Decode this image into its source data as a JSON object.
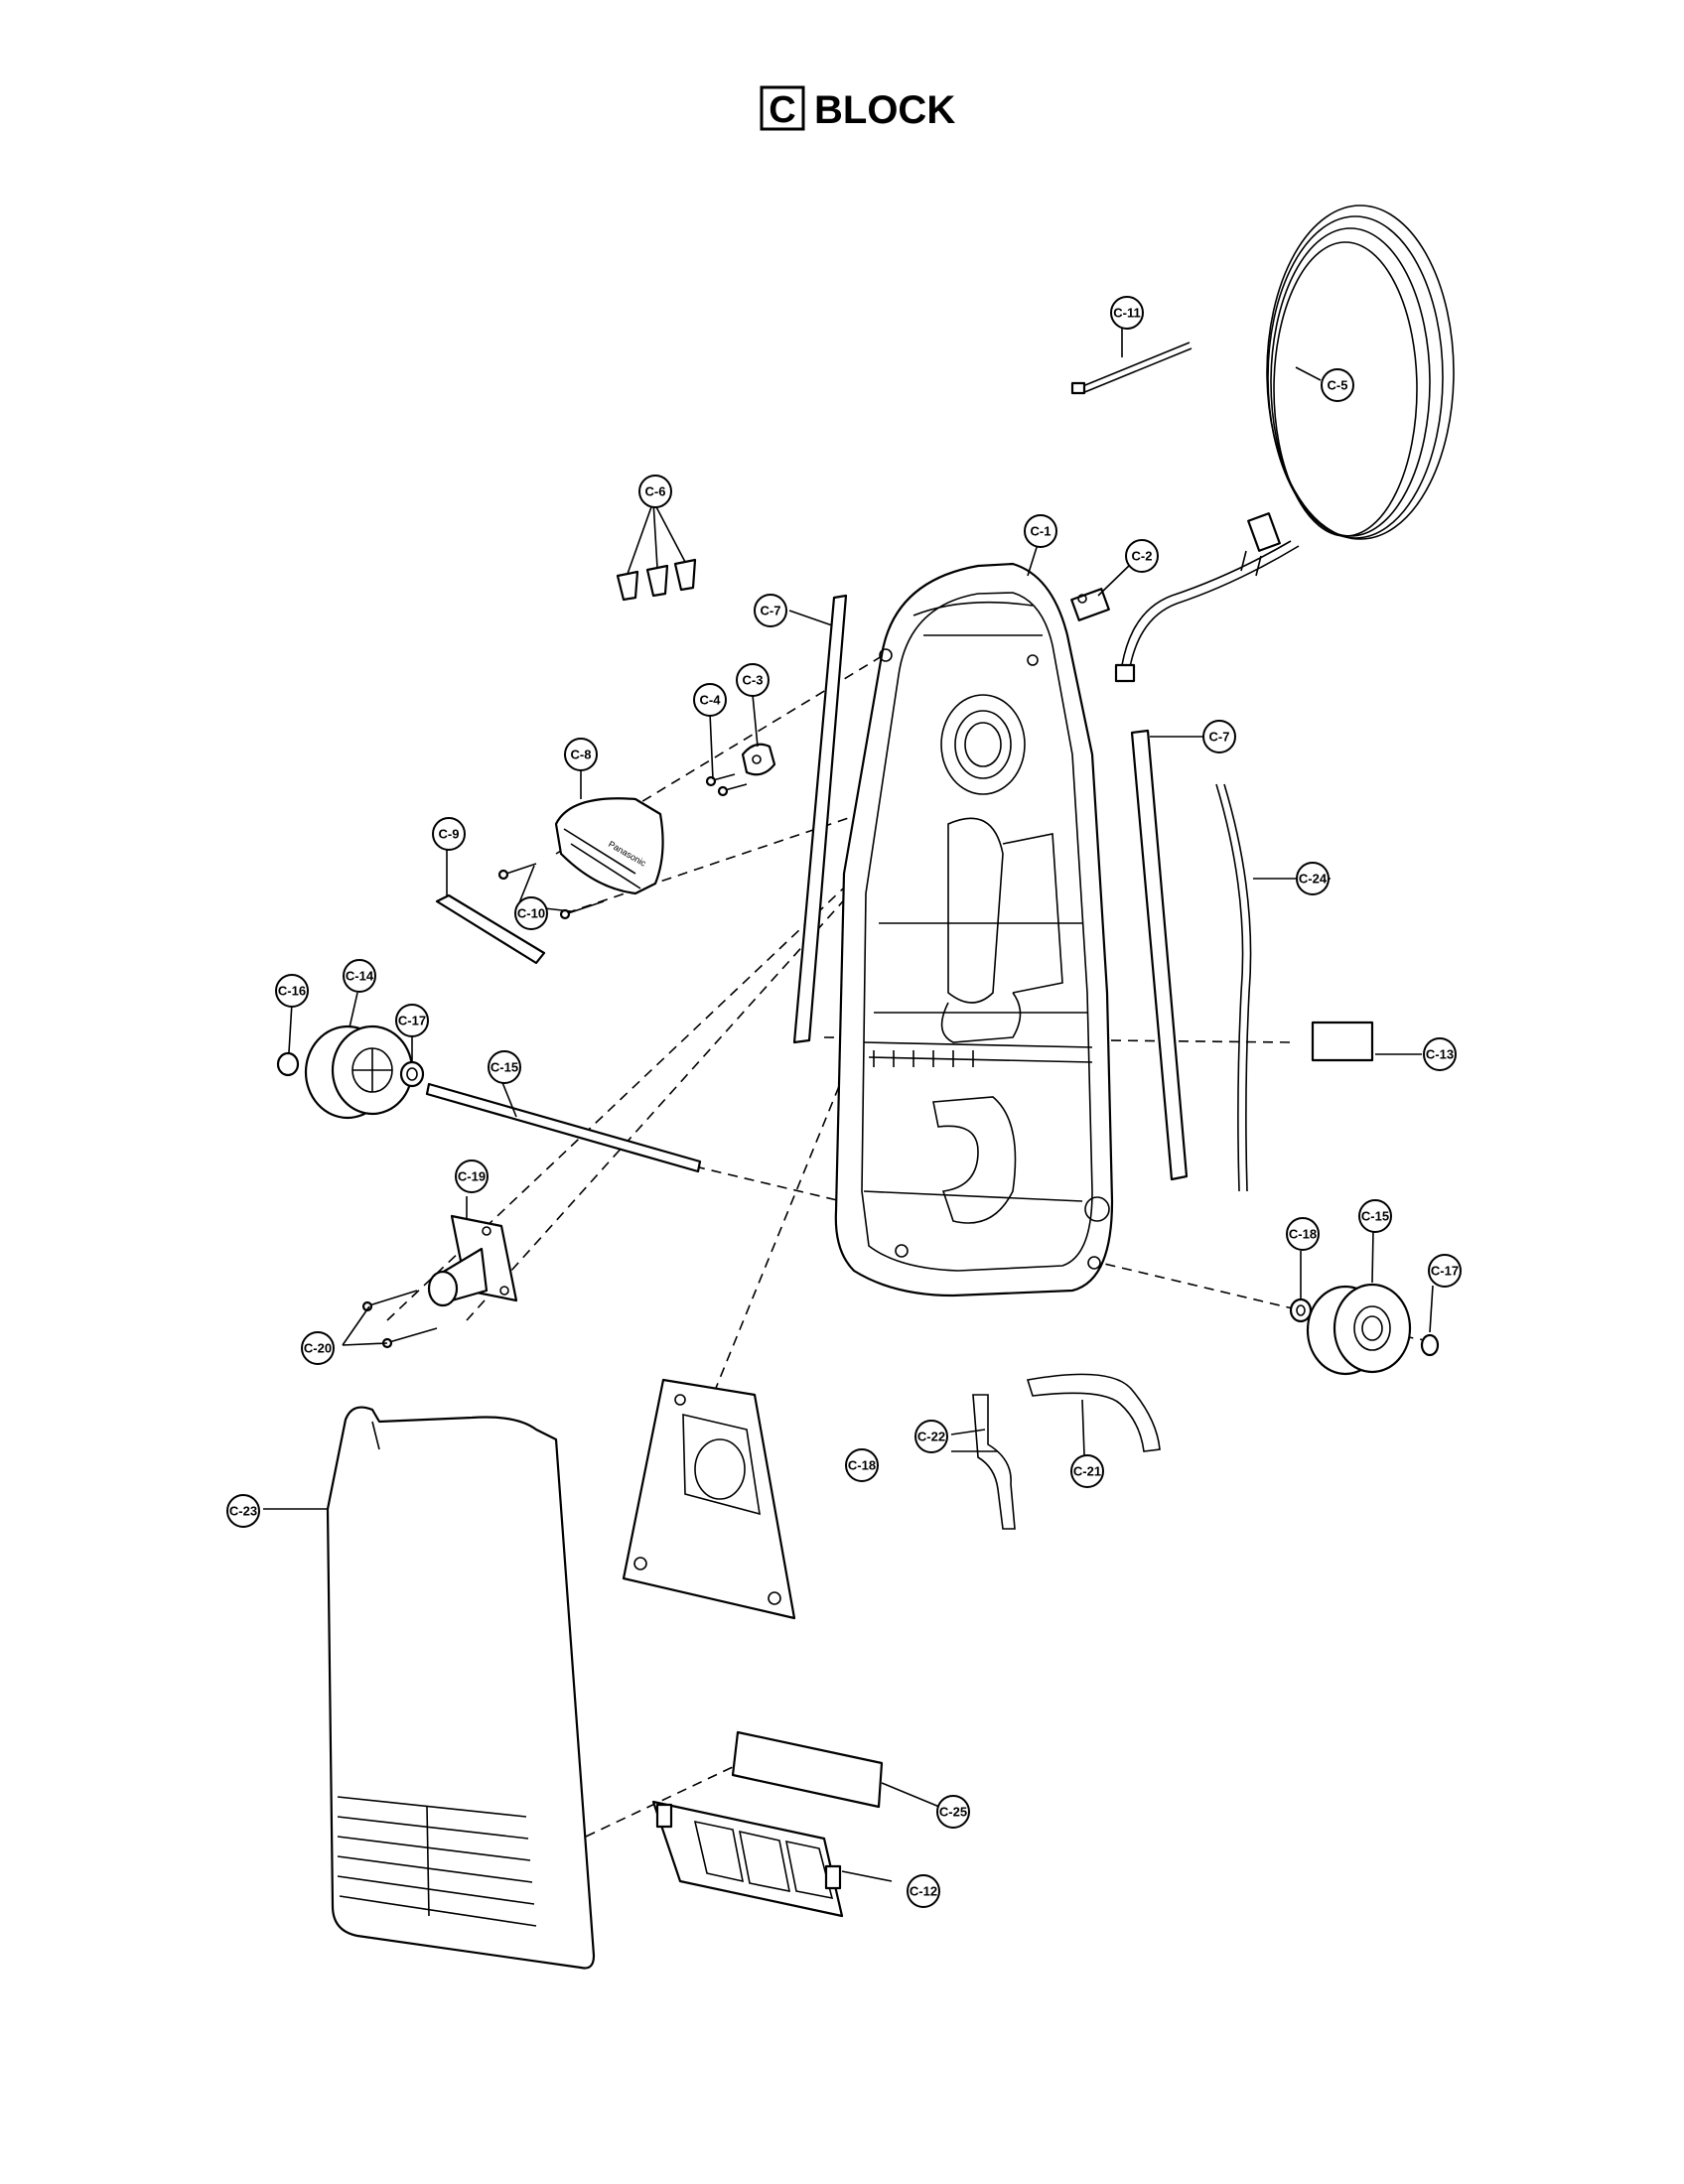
{
  "title": {
    "letter": "C",
    "word": "BLOCK"
  },
  "brand_text": "Panasonic",
  "callouts": {
    "c1": "C-1",
    "c2": "C-2",
    "c3": "C-3",
    "c4": "C-4",
    "c5a": "C-5",
    "c5b": "C-15",
    "c6": "C-6",
    "c7a": "C-7",
    "c7b": "C-7",
    "c8": "C-8",
    "c9": "C-9",
    "c10": "C-10",
    "c11": "C-11",
    "c12": "C-12",
    "c13": "C-13",
    "c14": "C-14",
    "c15": "C-15",
    "c16": "C-16",
    "c17a": "C-17",
    "c17b": "C-17",
    "c18a": "C-18",
    "c18b": "C-18",
    "c19": "C-19",
    "c20": "C-20",
    "c21": "C-21",
    "c22": "C-22",
    "c23": "C-23",
    "c24": "C-24",
    "c25": "C-25"
  }
}
